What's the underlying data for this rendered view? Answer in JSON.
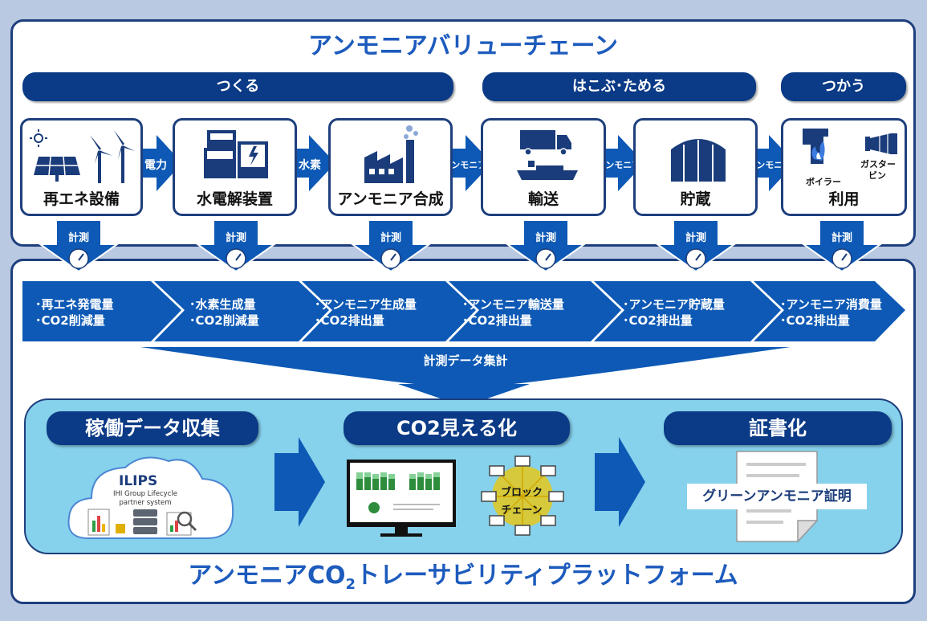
{
  "header": {
    "title": "アンモニアバリューチェーン"
  },
  "phases": [
    {
      "label": "つくる"
    },
    {
      "label": "はこぶ･ためる"
    },
    {
      "label": "つかう"
    }
  ],
  "stages": [
    {
      "label": "再エネ設備",
      "icon": "solar-wind-icon"
    },
    {
      "label": "水電解装置",
      "icon": "electrolyzer-icon"
    },
    {
      "label": "アンモニア合成",
      "icon": "factory-icon"
    },
    {
      "label": "輸送",
      "icon": "truck-ship-icon"
    },
    {
      "label": "貯蔵",
      "icon": "storage-tank-icon"
    },
    {
      "label": "利用",
      "icon": "boiler-turbine-icon",
      "sub_labels": [
        "ボイラー",
        "ガスター",
        "ビン"
      ]
    }
  ],
  "connectors": [
    "電力",
    "水素",
    "アンモニア",
    "アンモニア",
    "アンモニア"
  ],
  "measure_label": "計測",
  "metrics": [
    [
      "･再エネ発電量",
      "･CO2削減量"
    ],
    [
      "･水素生成量",
      "･CO2削減量"
    ],
    [
      "･アンモニア生成量",
      "･CO2排出量"
    ],
    [
      "･アンモニア輸送量",
      "･CO2排出量"
    ],
    [
      "･アンモニア貯蔵量",
      "･CO2排出量"
    ],
    [
      "･アンモニア消費量",
      "･CO2排出量"
    ]
  ],
  "aggregate_label": "計測データ集計",
  "platform": {
    "steps": [
      {
        "label": "稼働データ収集"
      },
      {
        "label": "CO2見える化"
      },
      {
        "label": "証書化"
      }
    ],
    "ilips": {
      "title": "ILIPS",
      "line1": "IHI Group Lifecycle",
      "line2": "partner system"
    },
    "blockchain": {
      "line1": "ブロック",
      "line2": "チェーン"
    },
    "certificate": "グリーンアンモニア証明",
    "title_pre": "アンモニアCO",
    "title_sub": "2",
    "title_post": "トレーサビリティプラットフォーム"
  },
  "colors": {
    "navy": "#0b3a86",
    "accent_blue": "#1d5bbd",
    "chevron_blue": "#0d59b5",
    "light_panel": "#86d1ec",
    "background": "#b9c9e2"
  }
}
